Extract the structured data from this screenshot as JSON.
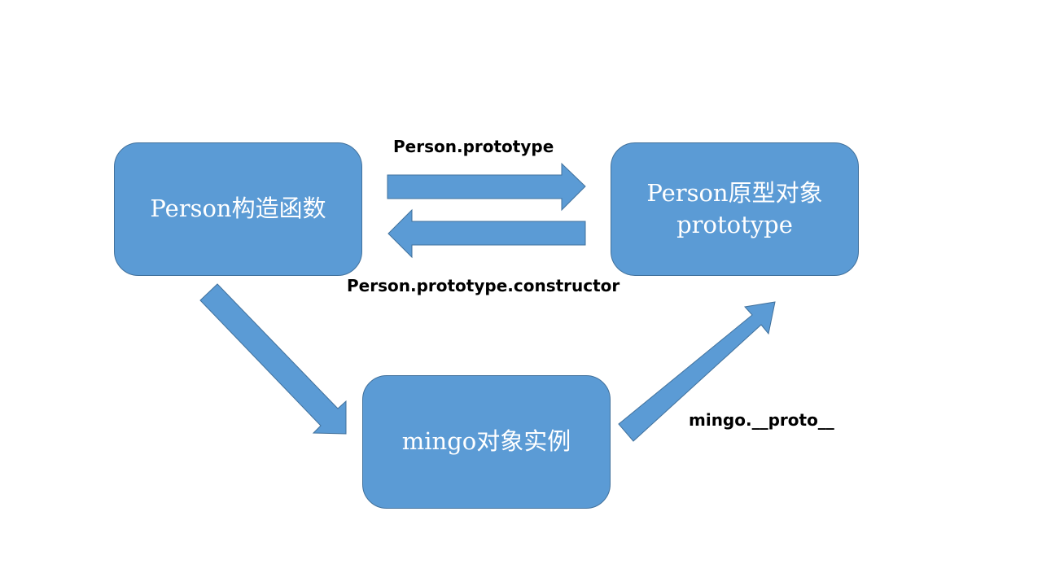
{
  "nodes": {
    "constructor": {
      "label": "Person构造函数"
    },
    "prototype": {
      "line1": "Person原型对象",
      "line2": "prototype"
    },
    "instance": {
      "label": "mingo对象实例"
    }
  },
  "edges": {
    "prototype": {
      "label": "Person.prototype"
    },
    "constructor": {
      "label": "Person.prototype.constructor"
    },
    "proto": {
      "label": "mingo.__proto__"
    }
  },
  "colors": {
    "node_fill": "#5b9bd5",
    "node_border": "#41719c",
    "text_on_node": "#ffffff",
    "edge_label": "#000000"
  }
}
